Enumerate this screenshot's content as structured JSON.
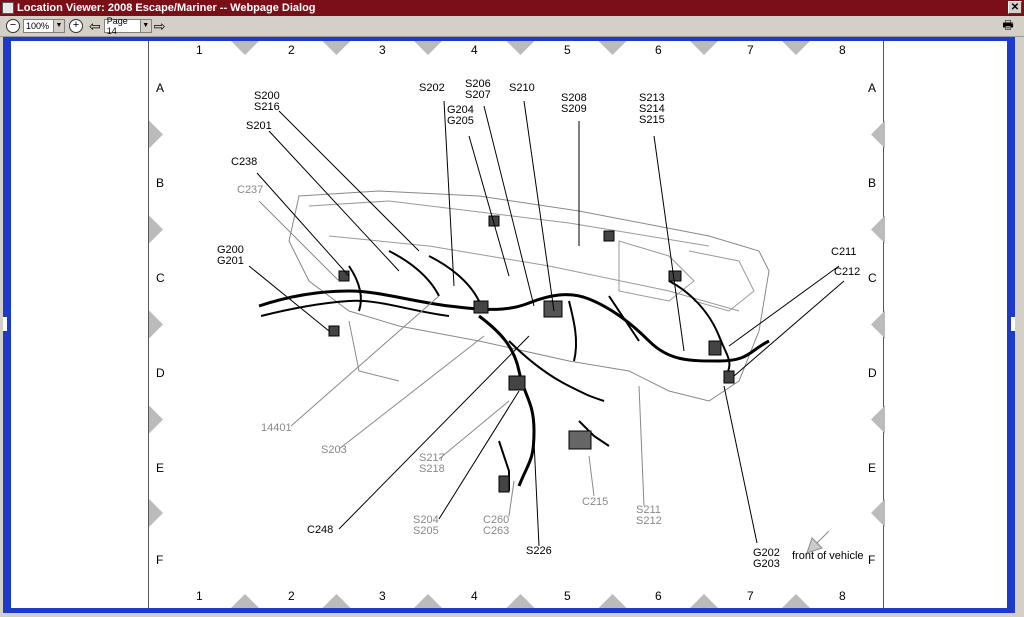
{
  "window": {
    "title": "Location Viewer: 2008 Escape/Mariner -- Webpage Dialog",
    "close_glyph": "✕"
  },
  "toolbar": {
    "zoom_out_glyph": "−",
    "zoom_value": "100%",
    "zoom_in_glyph": "+",
    "prev_glyph": "⇦",
    "page_value": "Page 14",
    "next_glyph": "⇨",
    "print_glyph": "🖶"
  },
  "grid": {
    "columns": [
      "1",
      "2",
      "3",
      "4",
      "5",
      "6",
      "7",
      "8"
    ],
    "rows": [
      "A",
      "B",
      "C",
      "D",
      "E",
      "F"
    ]
  },
  "callouts": {
    "s200_s216": [
      "S200",
      "S216"
    ],
    "s201": [
      "S201"
    ],
    "s202": [
      "S202"
    ],
    "s206_s207": [
      "S206",
      "S207"
    ],
    "g204_g205": [
      "G204",
      "G205"
    ],
    "s210": [
      "S210"
    ],
    "s208_s209": [
      "S208",
      "S209"
    ],
    "s213_s214_s215": [
      "S213",
      "S214",
      "S215"
    ],
    "c238": [
      "C238"
    ],
    "c237": [
      "C237"
    ],
    "g200_g201": [
      "G200",
      "G201"
    ],
    "c211": [
      "C211"
    ],
    "c212": [
      "C212"
    ],
    "n14401": [
      "14401"
    ],
    "s203": [
      "S203"
    ],
    "s217_s218": [
      "S217",
      "S218"
    ],
    "c248": [
      "C248"
    ],
    "s204_s205": [
      "S204",
      "S205"
    ],
    "c260_c263": [
      "C260",
      "C263"
    ],
    "s226": [
      "S226"
    ],
    "c215": [
      "C215"
    ],
    "s211_s212": [
      "S211",
      "S212"
    ],
    "g202_g203": [
      "G202",
      "G203"
    ],
    "front_of_vehicle": [
      "front of vehicle"
    ]
  },
  "colors": {
    "title_bar": "#7a0f18",
    "viewer_frame": "#1e3acb",
    "chrome": "#d4d0c8"
  }
}
